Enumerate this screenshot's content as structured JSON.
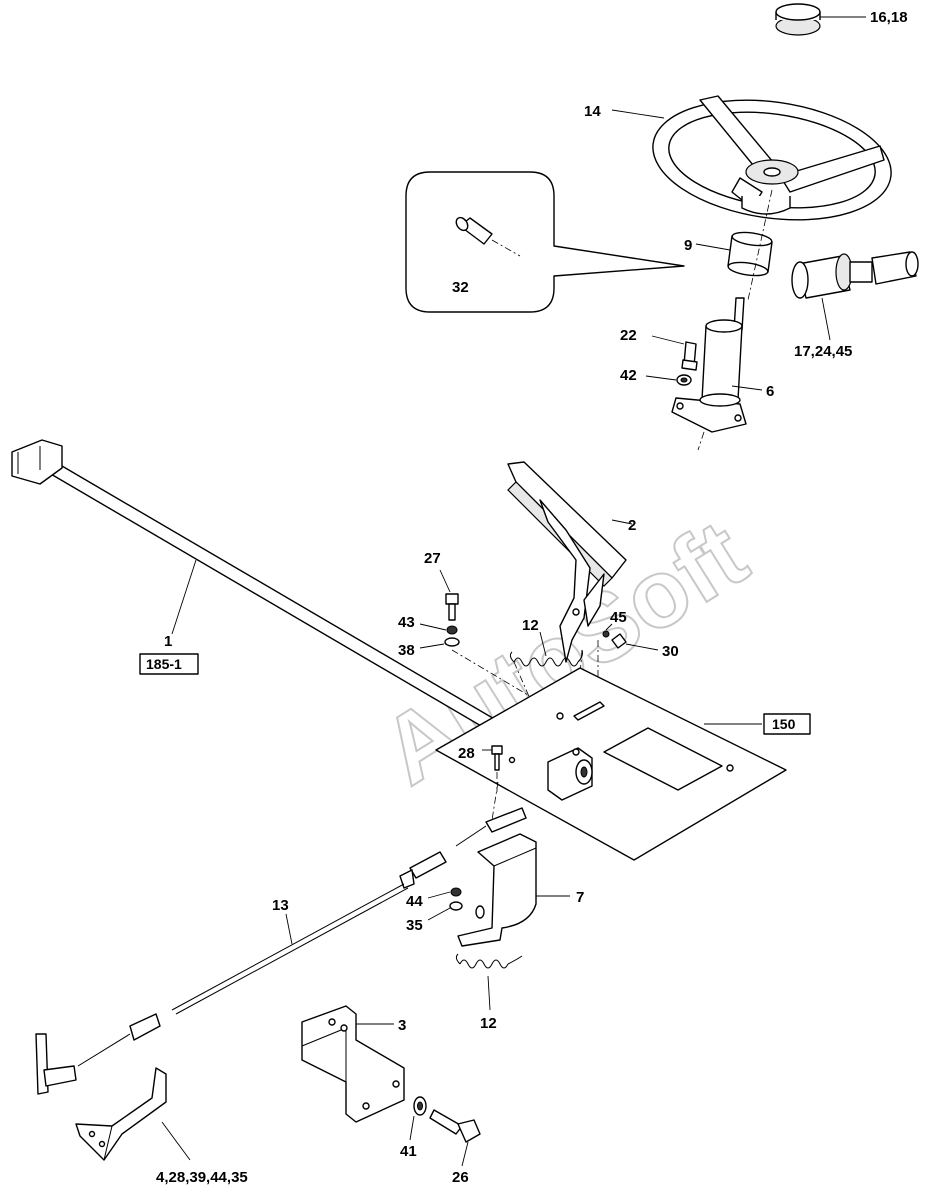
{
  "watermark": "AutoSoft",
  "labels": {
    "l16_18": "16,18",
    "l14": "14",
    "l9": "9",
    "l32": "32",
    "l17_24_45": "17,24,45",
    "l22": "22",
    "l42": "42",
    "l6": "6",
    "l2": "2",
    "l27": "27",
    "l43": "43",
    "l38": "38",
    "l12a": "12",
    "l45": "45",
    "l30": "30",
    "l1": "1",
    "l185_1": "185-1",
    "l150": "150",
    "l28": "28",
    "l13": "13",
    "l44": "44",
    "l35": "35",
    "l7": "7",
    "l12b": "12",
    "l3": "3",
    "l41": "41",
    "l26": "26",
    "l4_28": "4,28,39,44,35"
  }
}
